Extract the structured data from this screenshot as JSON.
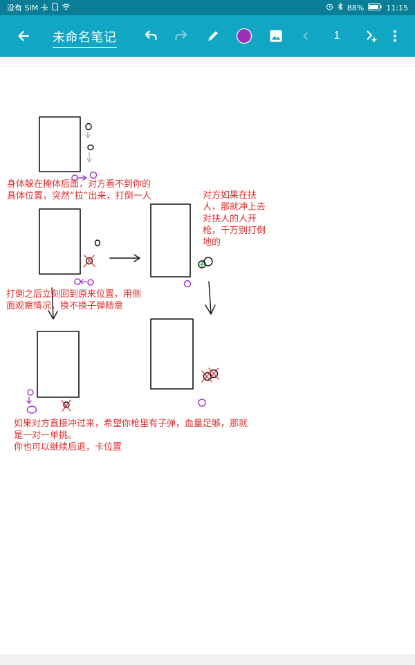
{
  "status": {
    "carrier": "没有 SIM 卡",
    "battery": "88%",
    "time": "11:15"
  },
  "toolbar": {
    "title": "未命名笔记",
    "page_number": "1",
    "pen_color": "#9b2fb5"
  },
  "notes": {
    "note1": "身体躲在掩体后面，对方看不到你的\n具体位置，突然“拉”出来，打倒一人",
    "note2": "对方如果在扶\n人，那就冲上去\n对扶人的人开\n枪，千万别打倒\n地的",
    "note3": "打倒之后立刻回到原来位置，用侧\n面观察情况，换不换子弹随意",
    "note4": "如果对方直接冲过来，希望你枪里有子弹，血量足够，那就\n是一对一单挑。\n你也可以继续后退，卡位置"
  },
  "colors": {
    "statusbar": "#097e96",
    "appbar": "#10a6c4",
    "ink_red": "#e22a2a",
    "ink_purple": "#a836c8",
    "ink_black": "#111111"
  }
}
